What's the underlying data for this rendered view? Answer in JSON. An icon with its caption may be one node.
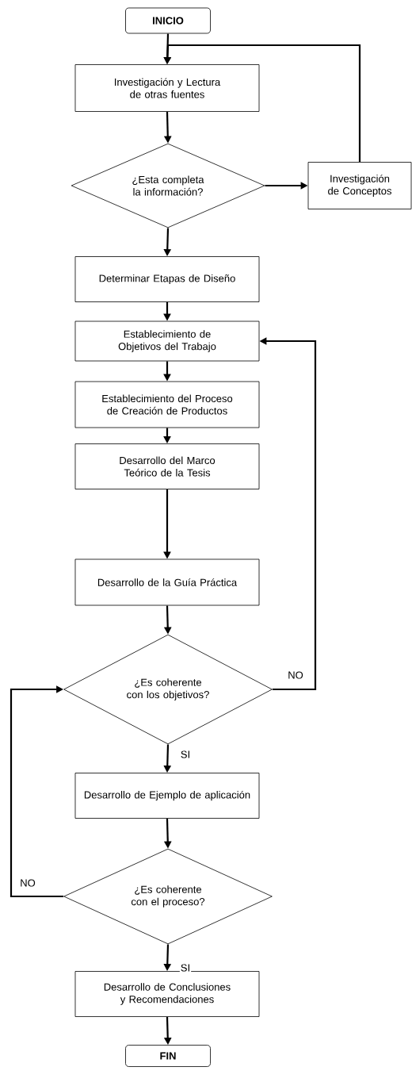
{
  "diagram": {
    "nodes": [
      {
        "text": [
          "INICIO"
        ]
      },
      {
        "text": [
          "Investigación y Lectura de otras fuentes"
        ]
      },
      {
        "text": [
          "¿Esta completa la información?"
        ]
      },
      {
        "text": [
          "Investigación de Conceptos"
        ]
      },
      {
        "text": [
          "Determinar Etapas de Diseño"
        ]
      },
      {
        "text": [
          "Establecimiento de Objetivos del Trabajo"
        ]
      },
      {
        "text": [
          "Establecimiento del Proceso de Creación de Productos"
        ]
      },
      {
        "text": [
          "Desarrollo del Marco Teórico de la Tesis"
        ]
      },
      {
        "text": [
          "Desarrollo de la Guía Práctica"
        ]
      },
      {
        "text": [
          "¿Es coherente con los objetivos?"
        ]
      },
      {
        "text": [
          "Desarrollo de Ejemplo de aplicación"
        ]
      },
      {
        "text": [
          "¿Es coherente con el proceso?"
        ]
      },
      {
        "text": [
          "Desarrollo de Conclusiones y Recomendaciones"
        ]
      },
      {
        "text": [
          "FIN"
        ]
      }
    ],
    "edges": [
      {
        "from": 0,
        "to": 1,
        "arrow": "to"
      },
      {
        "from": 1,
        "to": 2,
        "arrow": "to"
      },
      {
        "from": 2,
        "to": 3,
        "arrow": "to"
      },
      {
        "from": 3,
        "to": 1,
        "arrow": "to"
      },
      {
        "from": 2,
        "to": 4,
        "arrow": "to"
      },
      {
        "from": 4,
        "to": 5,
        "arrow": "to"
      },
      {
        "from": 5,
        "to": 6,
        "arrow": "to"
      },
      {
        "from": 6,
        "to": 7,
        "arrow": "to"
      },
      {
        "from": 7,
        "to": 8,
        "arrow": "to"
      },
      {
        "from": 8,
        "to": 9,
        "arrow": "to"
      },
      {
        "from": 9,
        "to": 5,
        "label": "NO",
        "arrow": "to"
      },
      {
        "from": 9,
        "to": 10,
        "label": "SI",
        "arrow": "to"
      },
      {
        "from": 10,
        "to": 11,
        "arrow": "to"
      },
      {
        "from": 11,
        "to": 9,
        "label": "NO",
        "arrow": "to"
      },
      {
        "from": 11,
        "to": 12,
        "label": "SI",
        "arrow": "to"
      },
      {
        "from": 12,
        "to": 13,
        "arrow": "to"
      }
    ]
  }
}
